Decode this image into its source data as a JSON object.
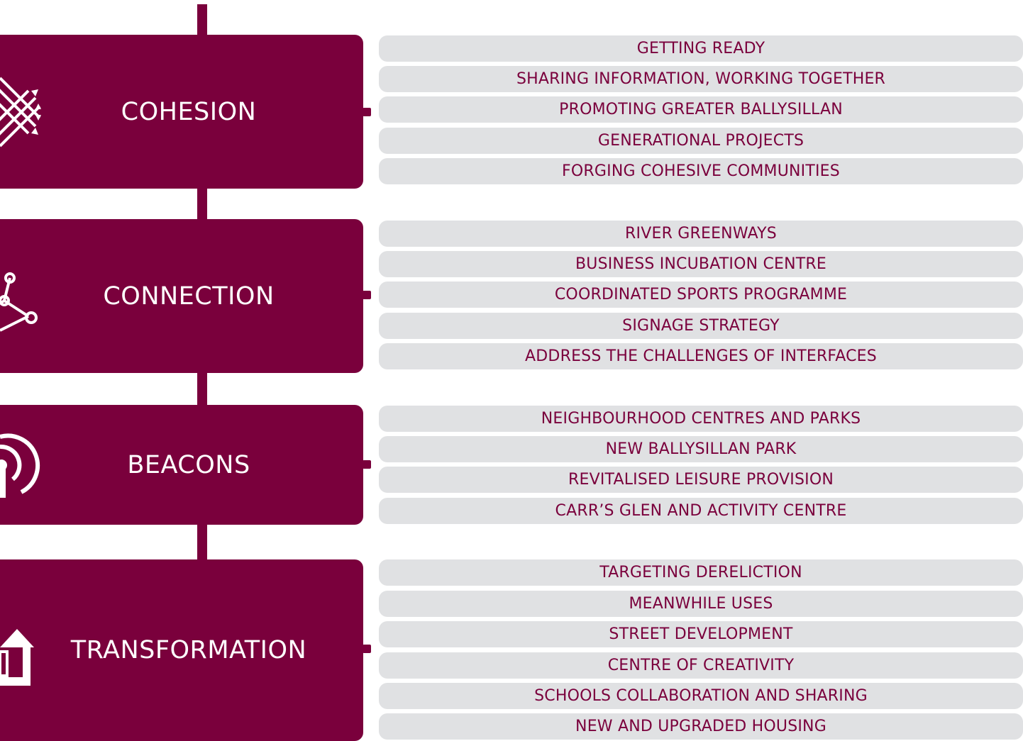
{
  "colors": {
    "primary": "#7a003c",
    "item_background": "#e0e1e3",
    "theme_text": "#ffffff",
    "item_text": "#7a003c"
  },
  "themes": [
    {
      "id": "cohesion",
      "label": "COHESION",
      "icon": "woven-mesh-icon",
      "items": [
        "GETTING READY",
        "SHARING INFORMATION, WORKING TOGETHER",
        "PROMOTING GREATER BALLYSILLAN",
        "GENERATIONAL PROJECTS",
        "FORGING COHESIVE COMMUNITIES"
      ]
    },
    {
      "id": "connection",
      "label": "CONNECTION",
      "icon": "network-nodes-icon",
      "items": [
        "RIVER GREENWAYS",
        "BUSINESS INCUBATION CENTRE",
        "COORDINATED SPORTS PROGRAMME",
        "SIGNAGE STRATEGY",
        "ADDRESS THE CHALLENGES OF INTERFACES"
      ]
    },
    {
      "id": "beacons",
      "label": "BEACONS",
      "icon": "broadcast-beacon-icon",
      "items": [
        "NEIGHBOURHOOD CENTRES AND PARKS",
        "NEW BALLYSILLAN PARK",
        "REVITALISED LEISURE PROVISION",
        "CARR’S GLEN AND ACTIVITY CENTRE"
      ]
    },
    {
      "id": "transformation",
      "label": "TRANSFORMATION",
      "icon": "upward-arrow-building-icon",
      "items": [
        "TARGETING DERELICTION",
        "MEANWHILE USES",
        "STREET DEVELOPMENT",
        "CENTRE OF CREATIVITY",
        "SCHOOLS COLLABORATION AND SHARING",
        "NEW AND UPGRADED HOUSING"
      ]
    }
  ]
}
